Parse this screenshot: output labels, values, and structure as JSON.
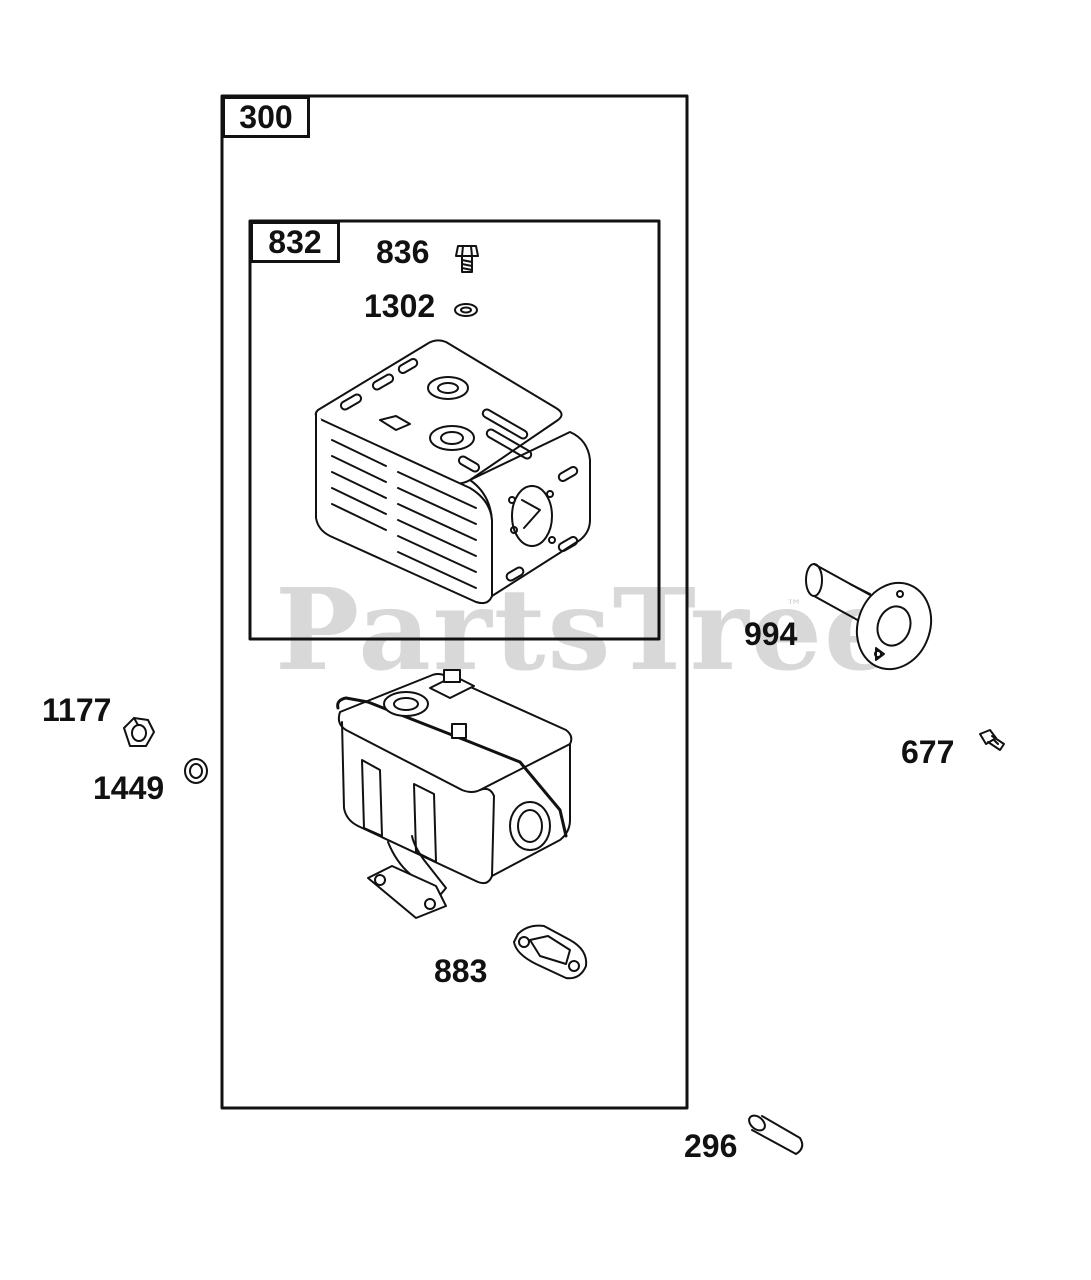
{
  "diagram": {
    "assembly_boxes": [
      {
        "id": "300",
        "label": "300"
      },
      {
        "id": "832",
        "label": "832"
      }
    ],
    "part_labels": {
      "p836": "836",
      "p1302": "1302",
      "p994": "994",
      "p1177": "1177",
      "p1449": "1449",
      "p677": "677",
      "p883": "883",
      "p296": "296"
    },
    "watermark": {
      "text": "PartsTree",
      "trademark": "™"
    },
    "colors": {
      "line": "#111111",
      "watermark": "#d8d8d8",
      "background": "#ffffff"
    }
  }
}
